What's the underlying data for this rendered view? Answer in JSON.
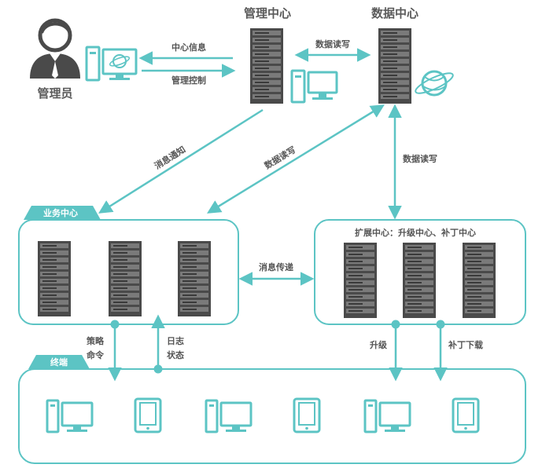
{
  "colors": {
    "teal": "#5cc4c4",
    "server_dark": "#4a4a4a",
    "server_slot": "#777777",
    "text": "#555555"
  },
  "labels": {
    "admin": "管理员",
    "mgmt_center": "管理中心",
    "data_center": "数据中心",
    "center_info": "中心信息",
    "mgmt_control": "管理控制",
    "data_rw_top": "数据读写",
    "msg_notify": "消息通知",
    "data_rw_diag": "数据读写",
    "data_rw_vert": "数据读写",
    "biz_center": "业务中心",
    "ext_center": "扩展中心：升级中心、补丁中心",
    "msg_transfer": "消息传递",
    "policy_cmd_1": "策略",
    "policy_cmd_2": "命令",
    "log_status_1": "日志",
    "log_status_2": "状态",
    "upgrade": "升级",
    "patch_download": "补丁下载",
    "terminal": "终端"
  },
  "icons": {
    "admin": "user-tie-icon",
    "server": "server-rack-icon",
    "desktop": "desktop-computer-icon",
    "tablet": "tablet-icon",
    "globe": "globe-network-icon"
  }
}
